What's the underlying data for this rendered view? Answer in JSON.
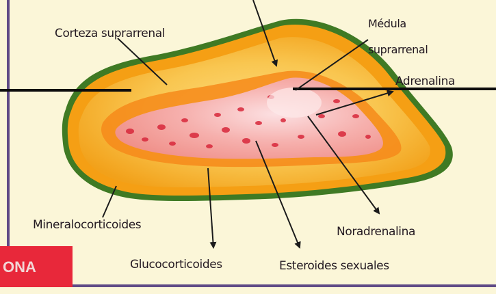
{
  "labels": {
    "corteza": "Corteza suprarrenal",
    "medula_line1": "Médula",
    "medula_line2": "suprarrenal",
    "adrenalina": "Adrenalina",
    "mineralocorticoides": "Mineralocorticoides",
    "noradrenalina": "Noradrenalina",
    "glucocorticoides": "Glucocorticoides",
    "esteroides": "Esteroides sexuales"
  },
  "badge": {
    "text": "ONA"
  },
  "colors": {
    "background": "#fbf6d8",
    "frame": "#5f4a86",
    "outer_capsule": "#4d8a2c",
    "cortex_outer": "#f6a514",
    "cortex_inner": "#fcdc7e",
    "cortex_deep": "#f68412",
    "medulla": "#f7aeaa",
    "medulla_spots": "#d8283b",
    "badge": "#e8283a",
    "arrows": "#1b1b1b"
  }
}
